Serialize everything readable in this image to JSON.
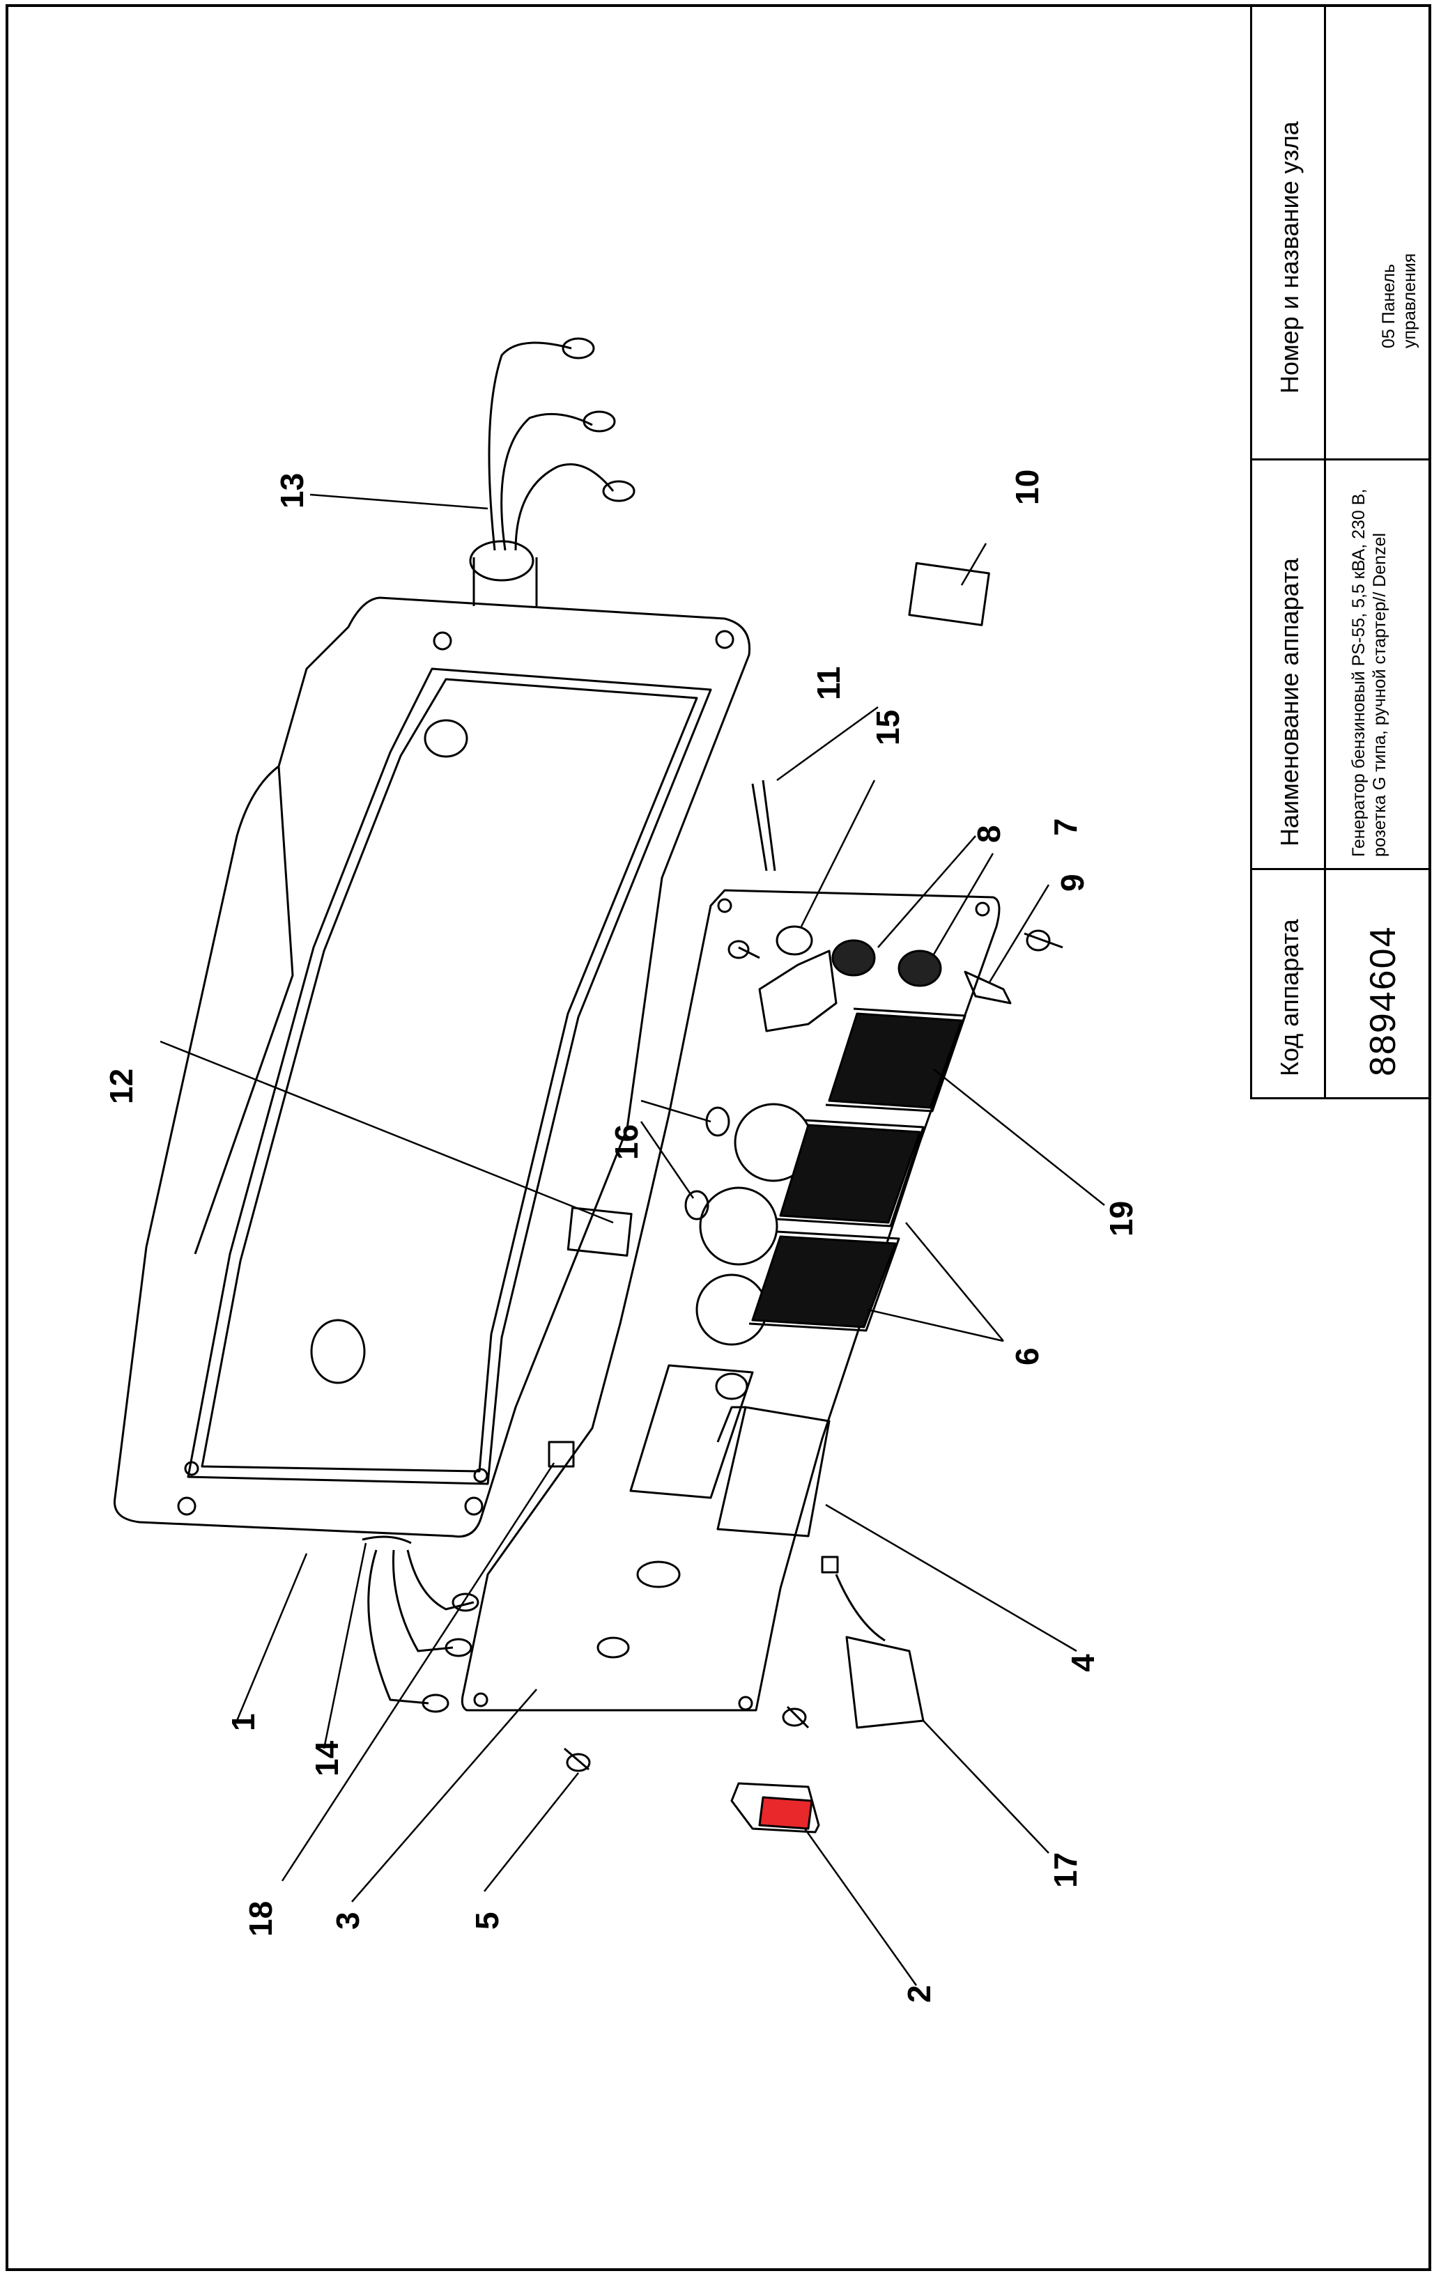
{
  "title_block": {
    "code_header": "Код аппарата",
    "code_value": "8894604",
    "name_header": "Наименование аппарата",
    "name_value": "Генератор бензиновый PS-55, 5,5 кВА, 230 В, розетка G типа, ручной стартер// Denzel",
    "node_header": "Номер и название узла",
    "node_value": "05 Панель управления"
  },
  "callouts": [
    "1",
    "2",
    "3",
    "4",
    "5",
    "6",
    "7",
    "8",
    "9",
    "10",
    "11",
    "12",
    "13",
    "14",
    "15",
    "16",
    "17",
    "18",
    "19"
  ],
  "colors": {
    "ink": "#000000",
    "indicator": "#e8282a"
  }
}
